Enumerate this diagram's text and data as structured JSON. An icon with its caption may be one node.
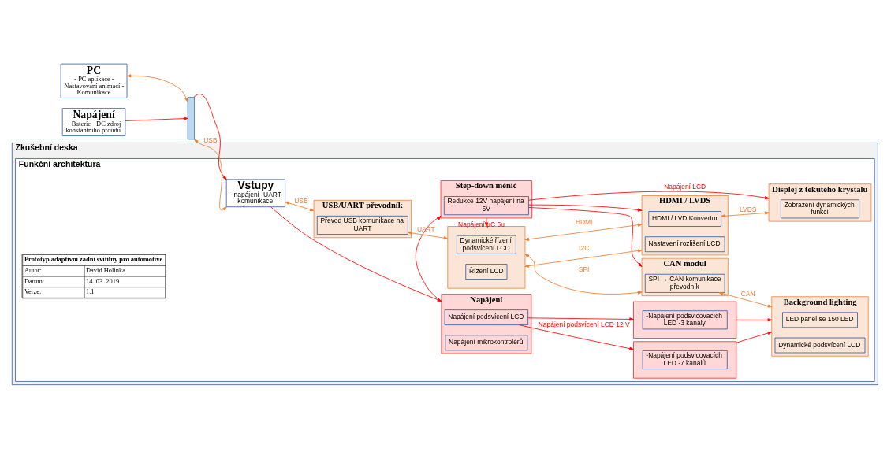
{
  "diagram": {
    "nodes": [
      {
        "text": [
          "Napájení",
          "- Baterie - DC zdroj konstantního proudu"
        ]
      },
      {
        "text": [
          "PC",
          "- PC aplikace - Nastavování animací - Komunikace"
        ]
      },
      {
        "text": [],
        "shape": "bar"
      },
      {
        "text": [
          "Zkušební deska"
        ]
      },
      {
        "text": [
          "Funkční architektura"
        ],
        "in": 3
      },
      {
        "text": [
          "Vstupy",
          "- napájení -UART komunikace"
        ],
        "in": 4
      },
      {
        "text": [
          "Napájení"
        ],
        "in": 4
      },
      {
        "text": [
          "Napájení podsvícení LCD"
        ],
        "in": 6
      },
      {
        "text": [
          "Napájení mikrokontrolérů"
        ],
        "in": 6
      },
      {
        "text": [
          "Step-down měnič"
        ],
        "in": 4
      },
      {
        "text": [
          "Redukce 12V napájení na 5V"
        ],
        "in": 9
      },
      {
        "text": [],
        "shape": "box",
        "in": 4
      },
      {
        "text": [
          "-Napájení podsvicovacích LED -7 kanálů"
        ],
        "in": 11
      },
      {
        "text": [],
        "shape": "box",
        "in": 4
      },
      {
        "text": [
          "-Napájení podsvicovacích LED -3 kanály"
        ],
        "in": 13
      },
      {
        "text": [
          "Background lighting"
        ],
        "in": 4
      },
      {
        "text": [
          "LED panel se 150 LED"
        ],
        "in": 15
      },
      {
        "text": [
          "Dynamické podsvícení LCD"
        ],
        "in": 15
      },
      {
        "text": [
          "CAN modul"
        ],
        "in": 4
      },
      {
        "text": [
          "SPI → CAN komunikace převodník"
        ],
        "in": 18
      },
      {
        "text": [
          "USB/UART převodník"
        ],
        "in": 4
      },
      {
        "text": [
          "Převod USB komunikace na UART"
        ],
        "in": 20
      },
      {
        "text": [],
        "shape": "box",
        "in": 4
      },
      {
        "text": [
          "Dynamické řízení podsvícení LCD"
        ],
        "in": 22
      },
      {
        "text": [
          "Řízení LCD"
        ],
        "in": 22
      },
      {
        "text": [
          "HDMI / LVDS"
        ],
        "in": 4
      },
      {
        "text": [
          "HDMI / LVD Konvertor"
        ],
        "in": 25
      },
      {
        "text": [
          "Nastavení rozlišení LCD"
        ],
        "in": 25
      },
      {
        "text": [
          "Displej z tekutého krystalu"
        ],
        "in": 4
      },
      {
        "text": [
          "Zobrazení dynamických funkcí"
        ],
        "in": 28
      }
    ],
    "edges": [
      {
        "from": 0,
        "to": 2,
        "arrow": "to"
      },
      {
        "from": 1,
        "to": 2,
        "arrow": "both",
        "color": "#ed7d31"
      },
      {
        "from": 2,
        "to": 5,
        "arrow": "to"
      },
      {
        "from": 2,
        "to": 5,
        "arrow": "both",
        "label": "USB",
        "color": "#ed7d31"
      },
      {
        "from": 5,
        "to": 6,
        "arrow": "to"
      },
      {
        "from": 6,
        "to": 9,
        "arrow": "to"
      },
      {
        "from": 7,
        "to": 11,
        "arrow": "to",
        "label": "Napájení podsvícení LCD 12 V"
      },
      {
        "from": 7,
        "to": 13,
        "arrow": "to"
      },
      {
        "from": 11,
        "to": 15,
        "arrow": "to"
      },
      {
        "from": 13,
        "to": 15,
        "arrow": "to"
      },
      {
        "from": 9,
        "to": 22,
        "arrow": "to",
        "label": "Napájení µC 5u"
      },
      {
        "from": 10,
        "to": 18,
        "arrow": "to"
      },
      {
        "from": 10,
        "to": 28,
        "arrow": "to",
        "label": "Napájení LCD"
      },
      {
        "from": 10,
        "to": 25,
        "arrow": "to"
      },
      {
        "from": 5,
        "to": 20,
        "arrow": "both",
        "label": "USB",
        "color": "#ed7d31"
      },
      {
        "from": 21,
        "to": 22,
        "arrow": "both",
        "label": "UART",
        "color": "#ed7d31"
      },
      {
        "from": 22,
        "to": 18,
        "arrow": "both",
        "label": "SPI",
        "color": "#ed7d31"
      },
      {
        "from": 19,
        "to": 15,
        "arrow": "both",
        "label": "CAN",
        "color": "#ed7d31"
      },
      {
        "from": 22,
        "to": 25,
        "arrow": "both",
        "label": "HDMI",
        "color": "#ed7d31"
      },
      {
        "from": 26,
        "to": 28,
        "arrow": "both",
        "label": "LVDS",
        "color": "#ed7d31"
      },
      {
        "from": 22,
        "to": 25,
        "arrow": "both",
        "label": "I2C",
        "color": "#ed7d31"
      }
    ],
    "labels": [
      "Prototyp adaptivní zadní svítilny pro automotive",
      "Autor:",
      "David Holinka",
      "Datum:",
      "14. 03. 2019",
      "Verze:",
      "1.1"
    ]
  }
}
